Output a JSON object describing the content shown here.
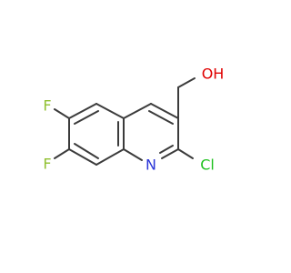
{
  "molecule": {
    "atoms": {
      "f_top": {
        "symbol": "F",
        "color": "#90c030"
      },
      "f_bottom": {
        "symbol": "F",
        "color": "#90c030"
      },
      "n_ring": {
        "symbol": "N",
        "color": "#2b36d8"
      },
      "cl": {
        "symbol": "Cl",
        "color": "#1fc11f"
      },
      "oh": {
        "symbol": "OH",
        "color": "#e00000"
      }
    },
    "bond_color": "#3b3b3b",
    "background": "#ffffff"
  }
}
